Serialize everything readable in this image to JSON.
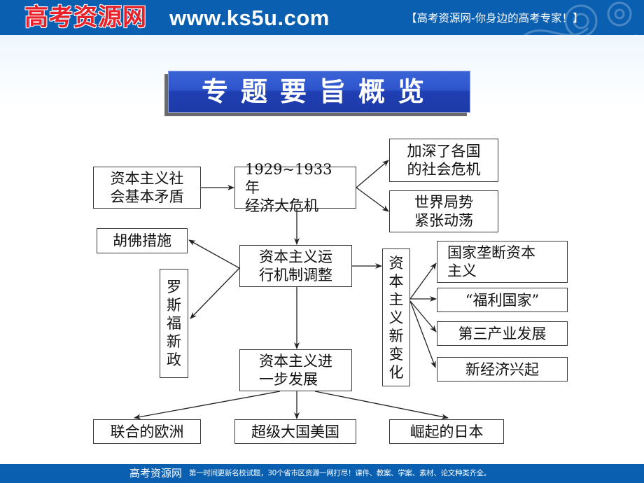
{
  "header": {
    "logo_text": "高考资源网",
    "url": "www.ks5u.com",
    "slogan": "【高考资源网-你身边的高考专家！】",
    "banner_color": "#0a5fb0"
  },
  "title": "专题要旨概览",
  "diagram": {
    "nodes": {
      "root_cause": "资本主义社会基本矛盾",
      "crisis_line1": "1929~1933 年",
      "crisis_line2": "经济大危机",
      "effect1_line1": "加深了各国",
      "effect1_line2": "的社会危机",
      "effect2_line1": "世界局势",
      "effect2_line2": "紧张动荡",
      "hoover": "胡佛措施",
      "adjust_line1": "资本主义运",
      "adjust_line2": "行机制调整",
      "new_deal": [
        "罗",
        "斯",
        "福",
        "新",
        "政"
      ],
      "new_changes": [
        "资",
        "本",
        "主",
        "义",
        "新",
        "变",
        "化"
      ],
      "change1_line1": "国家垄断资本",
      "change1_line2": "主义",
      "change2": "“福利国家”",
      "change3": "第三产业发展",
      "change4": "新经济兴起",
      "develop_line1": "资本主义进",
      "develop_line2": "一步发展",
      "outcome1": "联合的欧洲",
      "outcome2": "超级大国美国",
      "outcome3": "崛起的日本"
    }
  },
  "footer": {
    "brand": "高考资源网",
    "note": "第一时间更新名校试题，30个省市区资源一网打尽！课件、教案、学案、素材、论文种类齐全。"
  }
}
